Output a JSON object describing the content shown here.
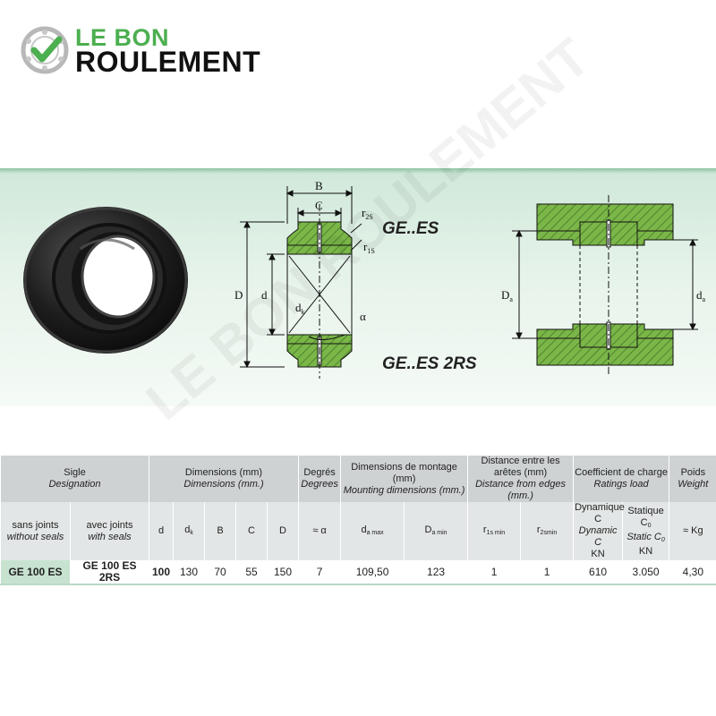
{
  "brand": {
    "line1": "LE BON",
    "line2": "ROULEMENT"
  },
  "watermark": "LE BON ROULEMENT",
  "colors": {
    "brand_green": "#4caf50",
    "section_green": "#7ab648",
    "band_bg": "#d9efe1",
    "header_gray": "#cfd2d3",
    "subheader_gray": "#e3e6e6",
    "highlight_cell": "#c7e3d0"
  },
  "drawing": {
    "label_B": "B",
    "label_C": "C",
    "label_D": "D",
    "label_d": "d",
    "label_dk": "d",
    "label_dk_sub": "k",
    "label_r2s": "r",
    "label_r2s_sub": "2S",
    "label_r1s": "r",
    "label_r1s_sub": "1S",
    "label_alpha": "α",
    "label_Da": "D",
    "label_Da_sub": "a",
    "label_da": "d",
    "label_da_sub": "a",
    "series1": "GE..ES",
    "series2": "GE..ES 2RS"
  },
  "table": {
    "head1": {
      "sigle": "Sigle",
      "designation": "Designation",
      "dimensions_fr": "Dimensions (mm)",
      "dimensions_en": "Dimensions (mm.)",
      "degres_fr": "Degrés",
      "degres_en": "Degrees",
      "montage_fr": "Dimensions de montage (mm)",
      "montage_en": "Mounting dimensions (mm.)",
      "distance_fr": "Distance entre les arêtes (mm)",
      "distance_en": "Distance from edges (mm.)",
      "coef_fr": "Coefficient de charge",
      "coef_en": "Ratings load",
      "poids_fr": "Poids",
      "poids_en": "Weight"
    },
    "head2": {
      "sans_joints": "sans joints",
      "without_seals": "without seals",
      "avec_joints": "avec joints",
      "with_seals": "with seals",
      "d": "d",
      "dk": "d",
      "dk_sub": "k",
      "B": "B",
      "C": "C",
      "D": "D",
      "alpha": "≈ α",
      "da_max": "d",
      "da_max_sub": "a max",
      "Da_min": "D",
      "Da_min_sub": "a min",
      "r1s": "r",
      "r1s_sub": "1s min",
      "r2s": "r",
      "r2s_sub": "2smin",
      "dyn_fr": "Dynamique C",
      "dyn_en": "Dynamic C",
      "dyn_unit": "KN",
      "stat_fr": "Statique C",
      "stat_fr_sub": "0",
      "stat_en": "Static C",
      "stat_en_sub": "0",
      "stat_unit": "KN",
      "weight": "≈ Kg"
    },
    "row": {
      "without_seals": "GE 100 ES",
      "with_seals": "GE 100 ES 2RS",
      "d": "100",
      "dk": "130",
      "B": "70",
      "C": "55",
      "D": "150",
      "alpha": "7",
      "da_max": "109,50",
      "Da_min": "123",
      "r1s": "1",
      "r2s": "1",
      "dynamic_c": "610",
      "static_c0": "3.050",
      "weight": "4,30"
    }
  }
}
